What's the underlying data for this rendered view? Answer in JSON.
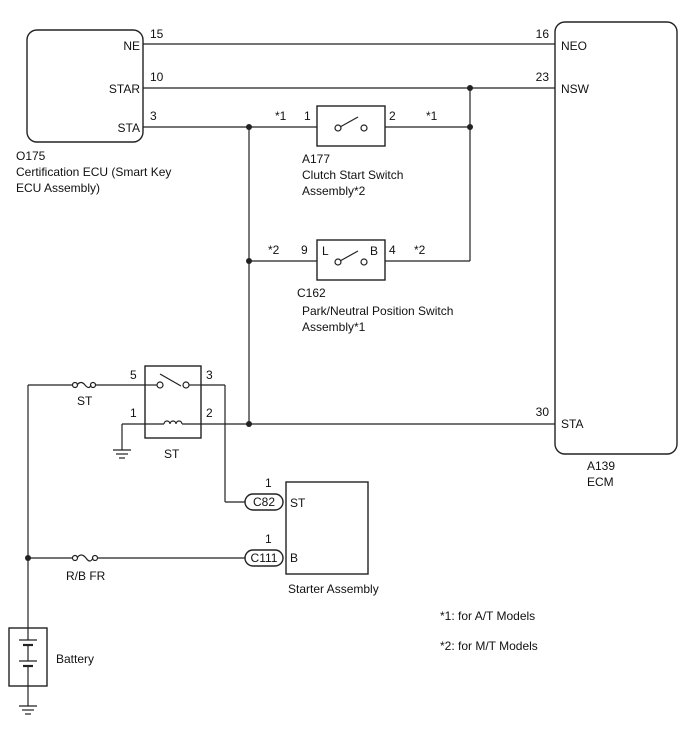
{
  "ecu": {
    "pins": [
      {
        "label": "NE",
        "num": "15"
      },
      {
        "label": "STAR",
        "num": "10"
      },
      {
        "label": "STA",
        "num": "3"
      }
    ],
    "caption": [
      "O175",
      "Certification ECU (Smart Key",
      "ECU Assembly)"
    ]
  },
  "ecm": {
    "pins": [
      {
        "label": "NEO",
        "num": "16"
      },
      {
        "label": "NSW",
        "num": "23"
      },
      {
        "label": "STA",
        "num": "30"
      }
    ],
    "caption": [
      "A139",
      "ECM"
    ]
  },
  "clutch_switch": {
    "pin_left": "1",
    "pin_right": "2",
    "note_left": "*1",
    "note_right": "*1",
    "caption": [
      "A177",
      "Clutch Start Switch",
      "Assembly*2"
    ]
  },
  "pn_switch": {
    "pin_left": "9",
    "pin_right": "4",
    "term_left": "L",
    "term_right": "B",
    "note_left": "*2",
    "note_right": "*2",
    "caption": [
      "C162",
      "Park/Neutral Position Switch",
      "Assembly*1"
    ]
  },
  "st_relay": {
    "pin_tl": "5",
    "pin_tr": "3",
    "pin_bl": "1",
    "pin_br": "2",
    "label": "ST",
    "fuse_label": "ST"
  },
  "starter": {
    "conn_st": "C82",
    "conn_b": "C111",
    "pin_st": "1",
    "pin_b": "1",
    "term_st": "ST",
    "term_b": "B",
    "caption": "Starter Assembly"
  },
  "fuse_rb": {
    "label": "R/B FR"
  },
  "battery": {
    "label": "Battery"
  },
  "notes": [
    "*1: for A/T Models",
    "*2: for M/T Models"
  ]
}
